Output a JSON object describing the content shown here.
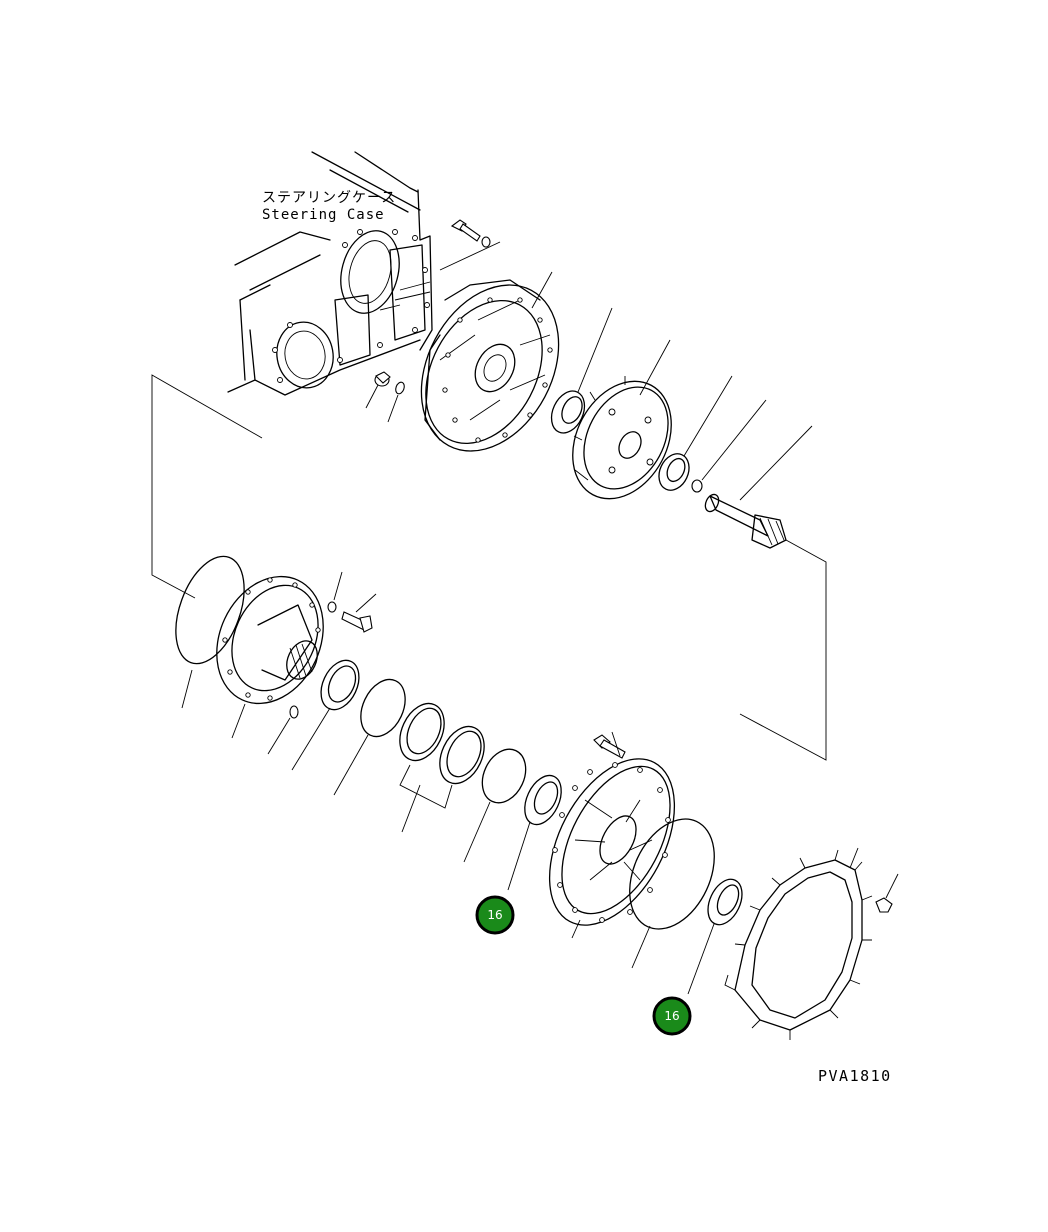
{
  "labels": {
    "case_japanese": "ステアリングケース",
    "case_english": "Steering Case",
    "drawing_code": "PVA1810"
  },
  "callouts": [
    {
      "id": "16",
      "label": "16"
    },
    {
      "id": "16",
      "label": "16"
    }
  ],
  "colors": {
    "callout_fill": "#1a8a1a",
    "line": "#000000",
    "background": "#ffffff"
  }
}
